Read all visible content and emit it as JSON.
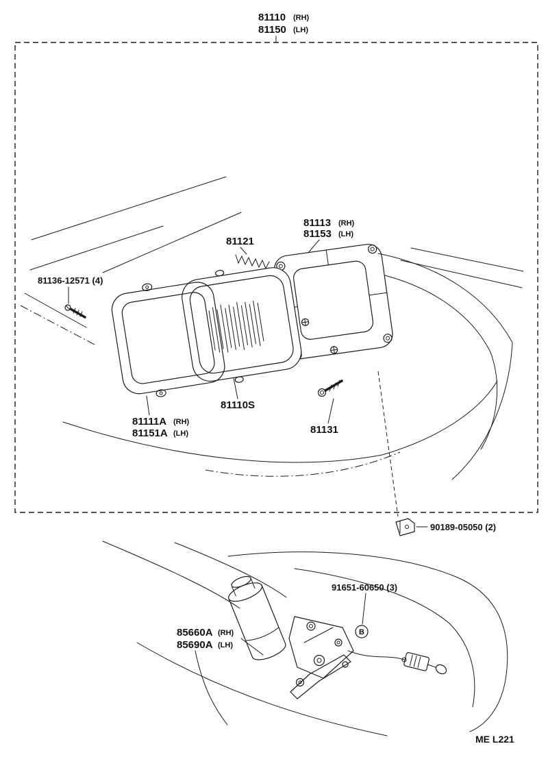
{
  "colors": {
    "ink": "#1a1a1a",
    "paper": "#ffffff"
  },
  "labels": {
    "assembly": {
      "rh": "81110",
      "rh_side": "(RH)",
      "lh": "81150",
      "lh_side": "(LH)"
    },
    "spring": "81121",
    "ring": {
      "rh": "81113",
      "rh_side": "(RH)",
      "lh": "81153",
      "lh_side": "(LH)"
    },
    "screw": "81136-12571 (4)",
    "bezel": {
      "rh": "81111A",
      "rh_side": "(RH)",
      "lh": "81151A",
      "lh_side": "(LH)"
    },
    "lens": "81110S",
    "bolt": "81131",
    "clip": "90189-05050 (2)",
    "motor_screw": "91651-60650 (3)",
    "motor": {
      "rh": "85660A",
      "rh_side": "(RH)",
      "lh": "85690A",
      "lh_side": "(LH)"
    },
    "sheet_code": "ME  L221",
    "fastener_marker": "B"
  }
}
